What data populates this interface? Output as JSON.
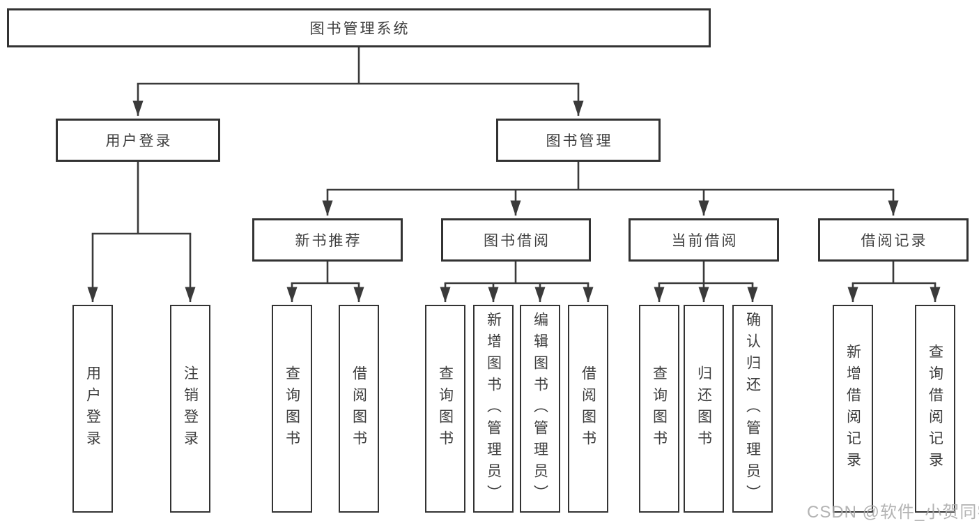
{
  "diagram": {
    "root": {
      "label": "图书管理系统"
    },
    "level2": {
      "user_login": {
        "label": "用户登录"
      },
      "book_management": {
        "label": "图书管理"
      }
    },
    "level3": {
      "new_book_recommend": {
        "label": "新书推荐"
      },
      "book_borrow": {
        "label": "图书借阅"
      },
      "current_borrow": {
        "label": "当前借阅"
      },
      "borrow_record": {
        "label": "借阅记录"
      }
    },
    "children": {
      "user_login": [
        "用户登录",
        "注销登录"
      ],
      "new_book_recommend": [
        "查询图书",
        "借阅图书"
      ],
      "book_borrow": [
        "查询图书",
        "新增图书（管理员）",
        "编辑图书（管理员）",
        "借阅图书"
      ],
      "current_borrow": [
        "查询图书",
        "归还图书",
        "确认归还（管理员）"
      ],
      "borrow_record": [
        "新增借阅记录",
        "查询借阅记录"
      ]
    },
    "watermark": "CSDN @软件_小贺同学",
    "colors": {
      "line": "#3a3a3a",
      "border": "#333333",
      "text": "#3d3d3d",
      "watermark": "#ababab"
    }
  }
}
